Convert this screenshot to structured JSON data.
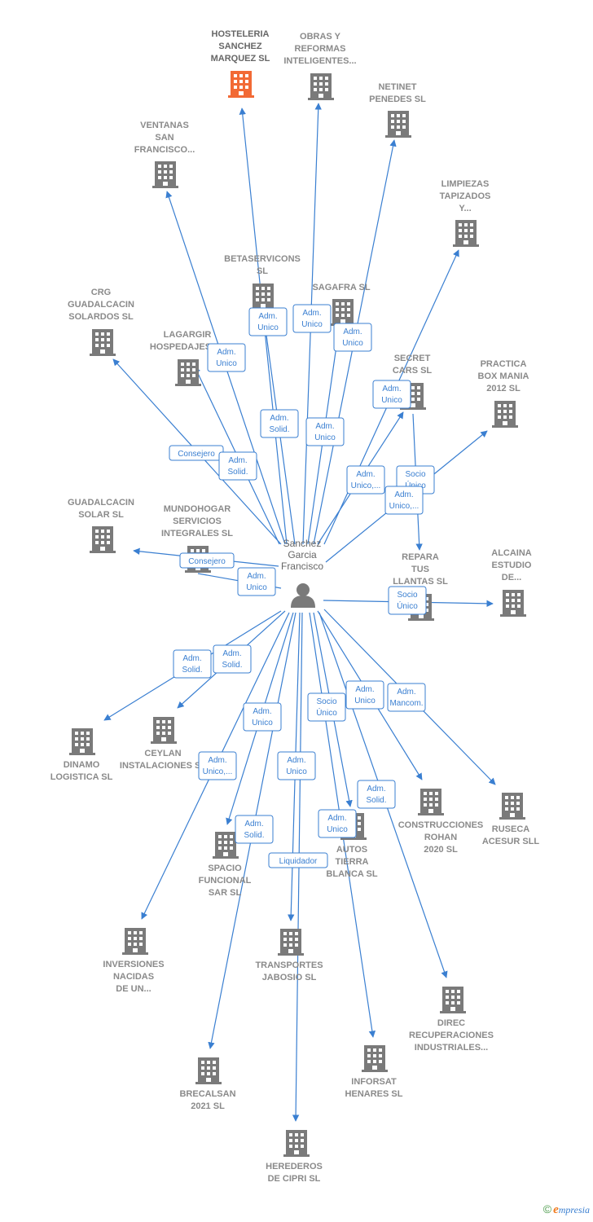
{
  "center": {
    "name_lines": [
      "Sanchez",
      "Garcia",
      "Francisco"
    ],
    "icon": "person-icon"
  },
  "colors": {
    "edge": "#3a7fd1",
    "building": "#7a7a7a",
    "building_highlight": "#f26a35",
    "label": "#8a8a8a"
  },
  "nodes": [
    {
      "id": "hosteleria",
      "lines": [
        "HOSTELERIA",
        "SANCHEZ",
        "MARQUEZ  SL"
      ],
      "highlight": true,
      "role": "Adm. Unico"
    },
    {
      "id": "obras",
      "lines": [
        "OBRAS Y",
        "REFORMAS",
        "INTELIGENTES..."
      ],
      "role": "Adm. Unico"
    },
    {
      "id": "netinet",
      "lines": [
        "NETINET",
        "PENEDES SL"
      ],
      "role": "Adm. Unico"
    },
    {
      "id": "ventanas",
      "lines": [
        "VENTANAS",
        "SAN",
        "FRANCISCO..."
      ],
      "role": "Adm. Unico"
    },
    {
      "id": "limpiezas",
      "lines": [
        "LIMPIEZAS",
        "TAPIZADOS",
        "Y..."
      ],
      "role": "Adm. Unico,..."
    },
    {
      "id": "betaservicons",
      "lines": [
        "BETASERVICONS",
        "SL"
      ],
      "role": "Adm. Solid."
    },
    {
      "id": "sagafra",
      "lines": [
        "SAGAFRA  SL"
      ],
      "role": "Adm. Unico"
    },
    {
      "id": "crg",
      "lines": [
        "CRG",
        "GUADALCACIN",
        "SOLARDOS SL"
      ],
      "role": "Consejero"
    },
    {
      "id": "lagargir",
      "lines": [
        "LAGARGIR",
        "HOSPEDAJES SL"
      ],
      "role": "Adm. Solid."
    },
    {
      "id": "secret",
      "lines": [
        "SECRET",
        "CARS  SL"
      ],
      "role": "Adm. Unico"
    },
    {
      "id": "practica",
      "lines": [
        "PRACTICA",
        "BOX MANIA",
        "2012 SL"
      ],
      "role": "Socio Único"
    },
    {
      "id": "guadalcacin",
      "lines": [
        "GUADALCACIN",
        "SOLAR SL"
      ],
      "role": "Consejero"
    },
    {
      "id": "mundohogar",
      "lines": [
        "MUNDOHOGAR",
        "SERVICIOS",
        "INTEGRALES SL"
      ],
      "role": "Adm. Unico"
    },
    {
      "id": "repara",
      "lines": [
        "REPARA",
        "TUS",
        "LLANTAS SL"
      ],
      "role": "Adm. Unico,..."
    },
    {
      "id": "alcaina",
      "lines": [
        "ALCAINA",
        "ESTUDIO",
        "DE..."
      ],
      "role": "Socio Único"
    },
    {
      "id": "dinamo",
      "lines": [
        "DINAMO",
        "LOGISTICA  SL"
      ],
      "role": "Adm. Solid."
    },
    {
      "id": "ceylan",
      "lines": [
        "CEYLAN",
        "INSTALACIONES SL"
      ],
      "role": "Adm. Solid."
    },
    {
      "id": "construcciones",
      "lines": [
        "CONSTRUCCIONES",
        "ROHAN",
        "2020  SL"
      ],
      "role": "Adm. Unico"
    },
    {
      "id": "ruseca",
      "lines": [
        "RUSECA",
        "ACESUR  SLL"
      ],
      "role": "Adm. Mancom."
    },
    {
      "id": "spacio",
      "lines": [
        "SPACIO",
        "FUNCIONAL",
        "SAR  SL"
      ],
      "role": "Adm. Unico"
    },
    {
      "id": "autos",
      "lines": [
        "AUTOS",
        "TIERRA",
        "BLANCA  SL"
      ],
      "role": "Socio Único"
    },
    {
      "id": "inversiones",
      "lines": [
        "INVERSIONES",
        "NACIDAS",
        "DE UN..."
      ],
      "role": "Adm. Unico,..."
    },
    {
      "id": "transportes",
      "lines": [
        "TRANSPORTES",
        "JABOSIO SL"
      ],
      "role": "Adm. Unico"
    },
    {
      "id": "direc",
      "lines": [
        "DIREC",
        "RECUPERACIONES",
        "INDUSTRIALES..."
      ],
      "role": "Adm. Solid."
    },
    {
      "id": "brecalsan",
      "lines": [
        "BRECALSAN",
        "2021  SL"
      ],
      "role": "Adm. Solid."
    },
    {
      "id": "inforsat",
      "lines": [
        "INFORSAT",
        "HENARES SL"
      ],
      "role": "Adm. Unico"
    },
    {
      "id": "herederos",
      "lines": [
        "HEREDEROS",
        "DE CIPRI SL"
      ],
      "role": "Liquidador"
    }
  ],
  "footer": {
    "copyright": "©",
    "brand_initial": "e",
    "brand_rest": "mpresia"
  }
}
